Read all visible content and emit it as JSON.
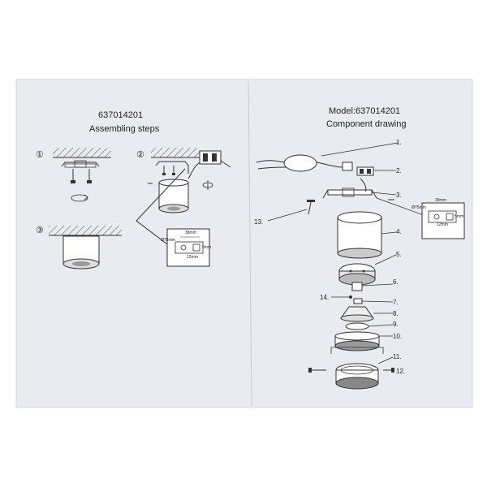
{
  "left_panel": {
    "model_number": "637014201",
    "title": "Assembling  steps",
    "steps": [
      "①",
      "②",
      "③"
    ],
    "detail_dims": [
      "Ø75mm",
      "38mm",
      "5mm",
      "12mm"
    ]
  },
  "right_panel": {
    "model_line": "Model:637014201",
    "title": "Component  drawing",
    "callouts": [
      "1.",
      "2.",
      "3.",
      "4.",
      "5.",
      "6.",
      "7.",
      "8.",
      "9.",
      "10.",
      "11.",
      "12.",
      "13.",
      "14."
    ],
    "detail_dims": [
      "Ø75mm",
      "30mm",
      "5mm",
      "12mm"
    ]
  },
  "colors": {
    "paper": "#eaeaf1",
    "ink": "#2a2a2a",
    "background": "#ffffff"
  }
}
